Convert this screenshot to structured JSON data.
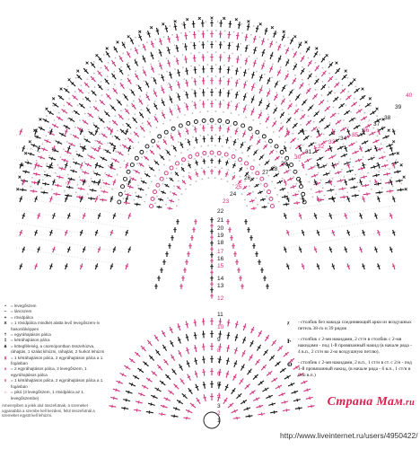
{
  "row_labels": [
    {
      "text": "40"
    },
    {
      "text": "39"
    },
    {
      "text": "38"
    },
    {
      "text": "37"
    },
    {
      "text": "36"
    },
    {
      "text": "35"
    },
    {
      "text": "34"
    },
    {
      "text": "33"
    },
    {
      "text": "32"
    },
    {
      "text": "31"
    },
    {
      "text": "30"
    },
    {
      "text": "29"
    },
    {
      "text": "28"
    },
    {
      "text": "27"
    },
    {
      "text": "26"
    },
    {
      "text": "25"
    },
    {
      "text": "24"
    },
    {
      "text": "23"
    },
    {
      "text": "22"
    },
    {
      "text": "21"
    },
    {
      "text": "20"
    },
    {
      "text": "19"
    },
    {
      "text": "18"
    },
    {
      "text": "17"
    },
    {
      "text": "16"
    },
    {
      "text": "15"
    },
    {
      "text": "14"
    },
    {
      "text": "13"
    },
    {
      "text": "12"
    },
    {
      "text": "11"
    },
    {
      "text": "10"
    },
    {
      "text": "9"
    },
    {
      "text": "8"
    },
    {
      "text": "7"
    },
    {
      "text": "6"
    },
    {
      "text": "5"
    },
    {
      "text": "4"
    },
    {
      "text": "3"
    },
    {
      "text": "2"
    },
    {
      "text": "1"
    }
  ],
  "legend_left": [
    {
      "symbol": "•",
      "text": "= levegőszem"
    },
    {
      "symbol": "~",
      "text": "= láncszem"
    },
    {
      "symbol": "+",
      "text": "= rövidpálca"
    },
    {
      "symbol": "X",
      "text": "= 1 rövidpálca mindkét alatta levő levegőszem-ív hasonlóképpen"
    },
    {
      "symbol": "†",
      "text": "= egyráhajtásos pálca"
    },
    {
      "symbol": "‡",
      "text": "= kétráhajtásos pálca"
    },
    {
      "symbol": "⋔",
      "text": "= kötegféleség, a csomópontban összehúzva, ráhajtás, 1 szálat kihúzni, ráhajtás, 2 hurkot lehúzni"
    },
    {
      "symbol": "⫫",
      "text": "= 1 kétráhajtásos pálca, 2 egyráhajtásos pálca a 1. fogásban"
    },
    {
      "symbol": "∧",
      "text": "= 2 egyráhajtásos pálca, 2 levegőszem, 1 egyráhajtásos pálca"
    },
    {
      "symbol": "∨",
      "text": "= 1 kétráhajtásos pálca, 2 egyráhajtásos pálca a 1. fogásban"
    },
    {
      "symbol": "∩",
      "text": "= pikó (3 levegőszem, 1 rövidpálca az 1. levegőszembe)"
    }
  ],
  "legend_left_footnote": "Amennyiben a jelek alul összefutnak, a szemeket ugyanabba a szembe kell kezdeni, felül összefutnál a szemeket együtt kell lehúzni.",
  "legend_right": [
    {
      "symbol": "ᵡ",
      "text": "- столбик без накида соединяющий арки из воздушных петель 38-го и 39 рядов"
    },
    {
      "symbol": "ⱶ",
      "text": "- столбик с 2-мя накидами, 2 ст/н в столбик с 2-мя накидами - под 1-й провязанный накид (в начале ряда - 4 в.п., 2 ст/н во 2-ю воздушную петлю)."
    },
    {
      "symbol": "ⱷ",
      "text": "- столбик с 2-мя накидами, 2 в.п., 1 ст/н в ст. с 2/н - под 1-й провязанный накид, (в начале ряда - 6 в.п., 1 ст/н в 6-ю в.п.)"
    }
  ],
  "watermark": "http://www.liveinternet.ru/users/4950422/",
  "logo": {
    "line1": "Страна Мам",
    "line2": ".ru"
  },
  "colors": {
    "black": "#111111",
    "pink": "#d0307a",
    "light": "#bbbbbb"
  }
}
